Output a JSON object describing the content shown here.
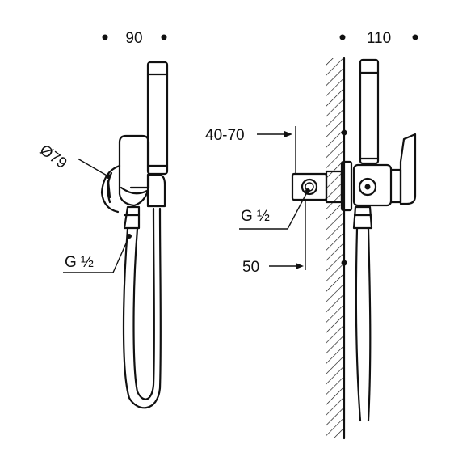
{
  "dimensions": {
    "front_width": "90",
    "side_width": "110",
    "diameter": "Ø79",
    "thread_front_prefix": "G",
    "thread_front_fraction": "½",
    "wall_range": "40-70",
    "thread_side_prefix": "G",
    "thread_side_fraction": "½",
    "depth": "50"
  }
}
